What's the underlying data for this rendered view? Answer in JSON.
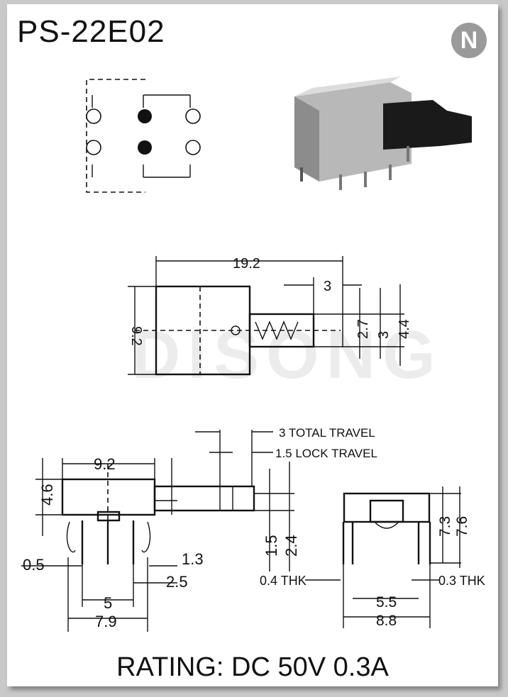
{
  "title": "PS-22E02",
  "logo_letter": "N",
  "watermark": "DISONG",
  "rating": "RATING: DC 50V 0.3A",
  "top_view": {
    "length": "19.2",
    "width": "9.2",
    "button_length": "3",
    "dim_2_7": "2.7",
    "dim_3": "3",
    "dim_4_4": "4.4"
  },
  "front_view": {
    "body_width": "9.2",
    "height": "4.6",
    "total_travel": "3 TOTAL TRAVEL",
    "lock_travel": "1.5 LOCK TRAVEL",
    "dim_1_5": "1.5",
    "dim_2_4": "2.4",
    "dim_0_5": "0.5",
    "dim_1_3": "1.3",
    "dim_2_5": "2.5",
    "pitch": "5",
    "span": "7.9"
  },
  "side_view": {
    "dim_7_3": "7.3",
    "dim_7_6": "7.6",
    "thk_left": "0.4 THK",
    "thk_right": "0.3 THK",
    "pitch": "5.5",
    "span": "8.8"
  }
}
